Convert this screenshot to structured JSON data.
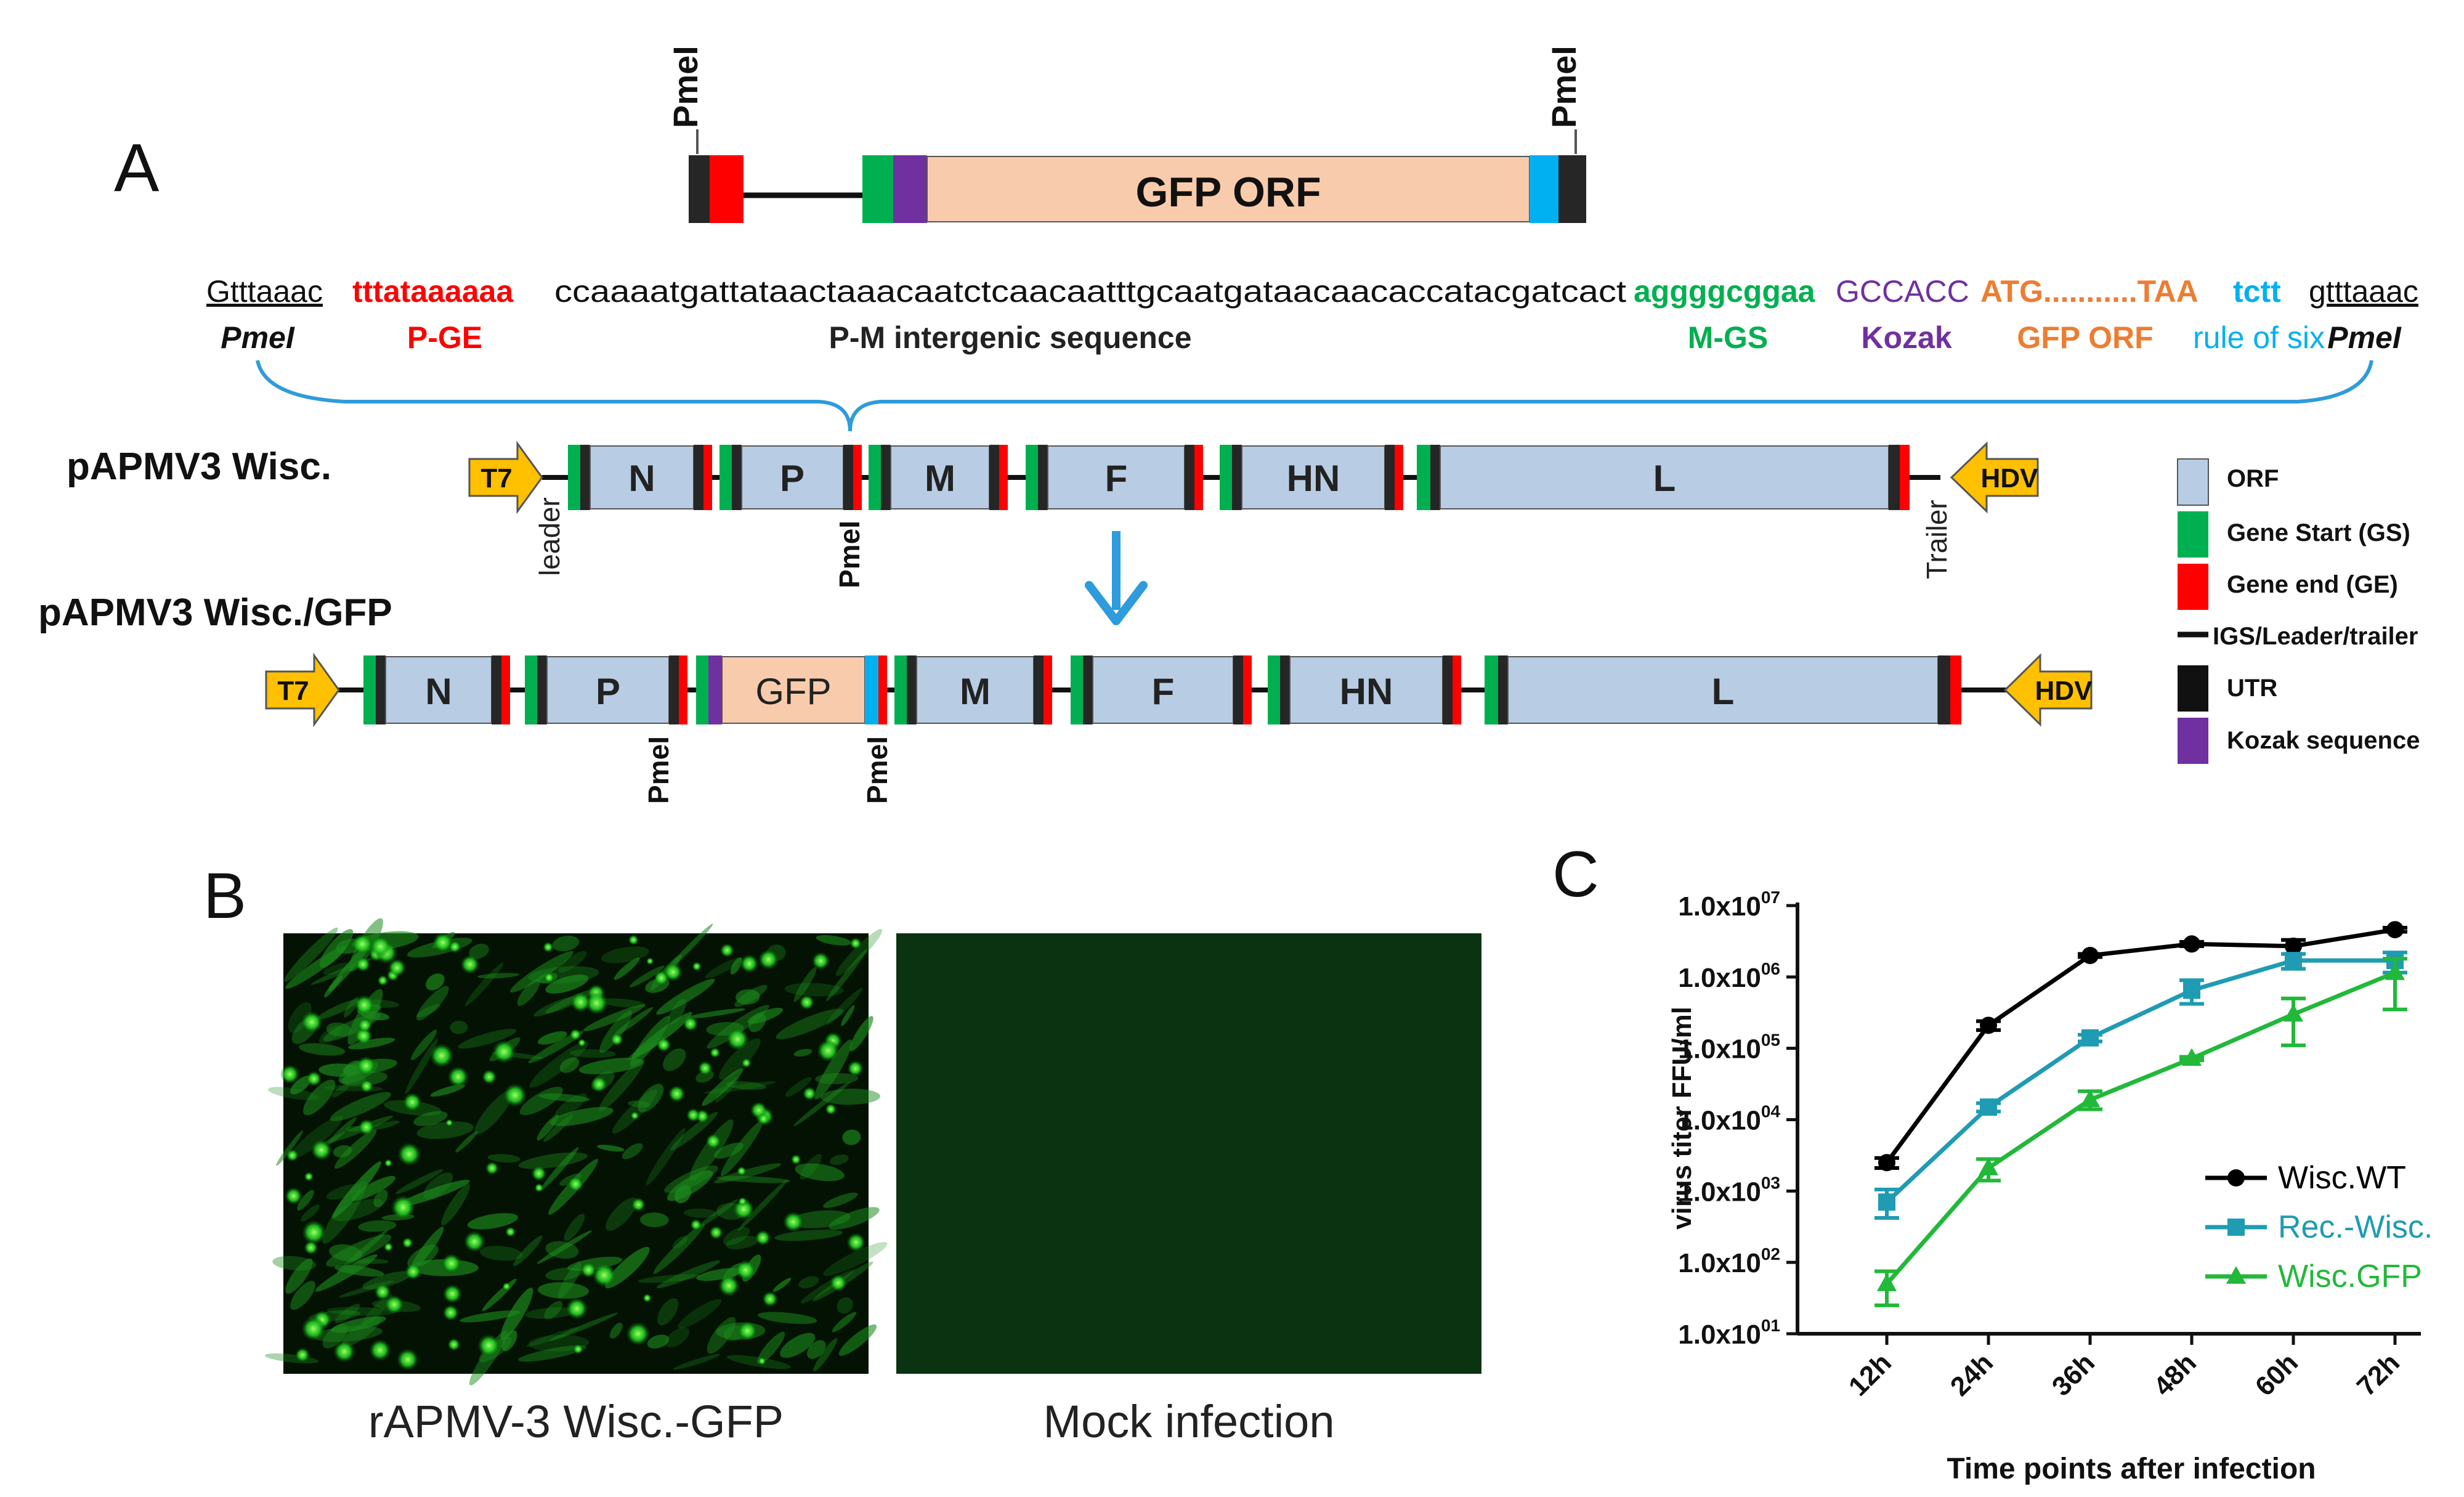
{
  "panel_labels": {
    "a": "A",
    "b": "B",
    "c": "C"
  },
  "colors": {
    "orf": "#b8cce4",
    "gfp": "#f9cbad",
    "gs": "#00b050",
    "ge": "#ff0000",
    "utr": "#262626",
    "kozak": "#7030a0",
    "rule_of_six": "#00b0f0",
    "promoter": "#ffc000",
    "arrow": "#2e9bdc",
    "gfp_orf_text": "#ed7d31"
  },
  "cassette": {
    "label": "GFP ORF",
    "site_left": "PmeI",
    "site_right": "PmeI"
  },
  "sequence": {
    "pmei_left": "Gtttaaac",
    "pge": "tttataaaaaa",
    "intergenic": "ccaaaatgattataactaaacaatctcaacaatttgcaatgataacaacaccatacgatcact",
    "mgs": "aggggcggaa",
    "kozak": "GCCACC",
    "orf": "ATG...........TAA",
    "rule": "tctt",
    "pmei_right": "gtttaaac"
  },
  "sequence_labels": {
    "pmei_left": "PmeI",
    "pge": "P-GE",
    "intergenic": "P-M intergenic sequence",
    "mgs": "M-GS",
    "kozak": "Kozak",
    "orf": "GFP ORF",
    "rule": "rule of six",
    "pmei_right": "PmeI"
  },
  "construct_wt": {
    "name": "pAPMV3 Wisc.",
    "promoter": "T7",
    "terminator": "HDV",
    "genes": [
      "N",
      "P",
      "M",
      "F",
      "HN",
      "L"
    ],
    "leader": "leader",
    "trailer": "Trailer",
    "site": "PmeI"
  },
  "construct_gfp": {
    "name": "pAPMV3 Wisc./GFP",
    "promoter": "T7",
    "terminator": "HDV",
    "genes": [
      "N",
      "P",
      "GFP",
      "M",
      "F",
      "HN",
      "L"
    ],
    "site_left": "PmeI",
    "site_right": "PmeI"
  },
  "legend_a": [
    "ORF",
    "Gene Start (GS)",
    "Gene end (GE)",
    "IGS/Leader/trailer",
    "UTR",
    "Kozak sequence"
  ],
  "panel_b": {
    "left_caption": "rAPMV-3 Wisc.-GFP",
    "right_caption": "Mock infection"
  },
  "chart_data": {
    "type": "line",
    "xlabel": "Time points after infection",
    "ylabel": "virus titer FFU/ml",
    "categories": [
      "12h",
      "24h",
      "36h",
      "48h",
      "60h",
      "72h"
    ],
    "y_scale": "log",
    "ylim": [
      10,
      10000000
    ],
    "y_ticks": [
      {
        "value": 10,
        "label": "1.0x10",
        "exp": "01"
      },
      {
        "value": 100,
        "label": "1.0x10",
        "exp": "02"
      },
      {
        "value": 1000,
        "label": "1.0x10",
        "exp": "03"
      },
      {
        "value": 10000,
        "label": "1.0x10",
        "exp": "04"
      },
      {
        "value": 100000,
        "label": "1.0x10",
        "exp": "05"
      },
      {
        "value": 1000000,
        "label": "1.0x10",
        "exp": "06"
      },
      {
        "value": 10000000,
        "label": "1.0x10",
        "exp": "07"
      }
    ],
    "legend_position": "lower-right",
    "series": [
      {
        "name": "Wisc.WT",
        "color": "#000000",
        "marker": "circle",
        "values": [
          2500,
          210000,
          2000000,
          2900000,
          2700000,
          4600000
        ],
        "err_low": [
          2100,
          180000,
          1900000,
          2700000,
          2100000,
          4300000
        ],
        "err_high": [
          2900,
          240000,
          2100000,
          3100000,
          3300000,
          4900000
        ]
      },
      {
        "name": "Rec.-Wisc.",
        "color": "#1f9bb3",
        "marker": "square",
        "values": [
          700,
          15000,
          140000,
          650000,
          1700000,
          1700000
        ],
        "err_low": [
          420,
          13000,
          125000,
          420000,
          1300000,
          1150000
        ],
        "err_high": [
          1050,
          17000,
          155000,
          900000,
          2100000,
          2200000
        ]
      },
      {
        "name": "Wisc.GFP",
        "color": "#22b83a",
        "marker": "triangle",
        "values": [
          50,
          2100,
          19000,
          72000,
          300000,
          1150000
        ],
        "err_low": [
          25,
          1400,
          14000,
          68000,
          110000,
          350000
        ],
        "err_high": [
          75,
          2800,
          25000,
          76000,
          500000,
          1800000
        ]
      }
    ]
  }
}
